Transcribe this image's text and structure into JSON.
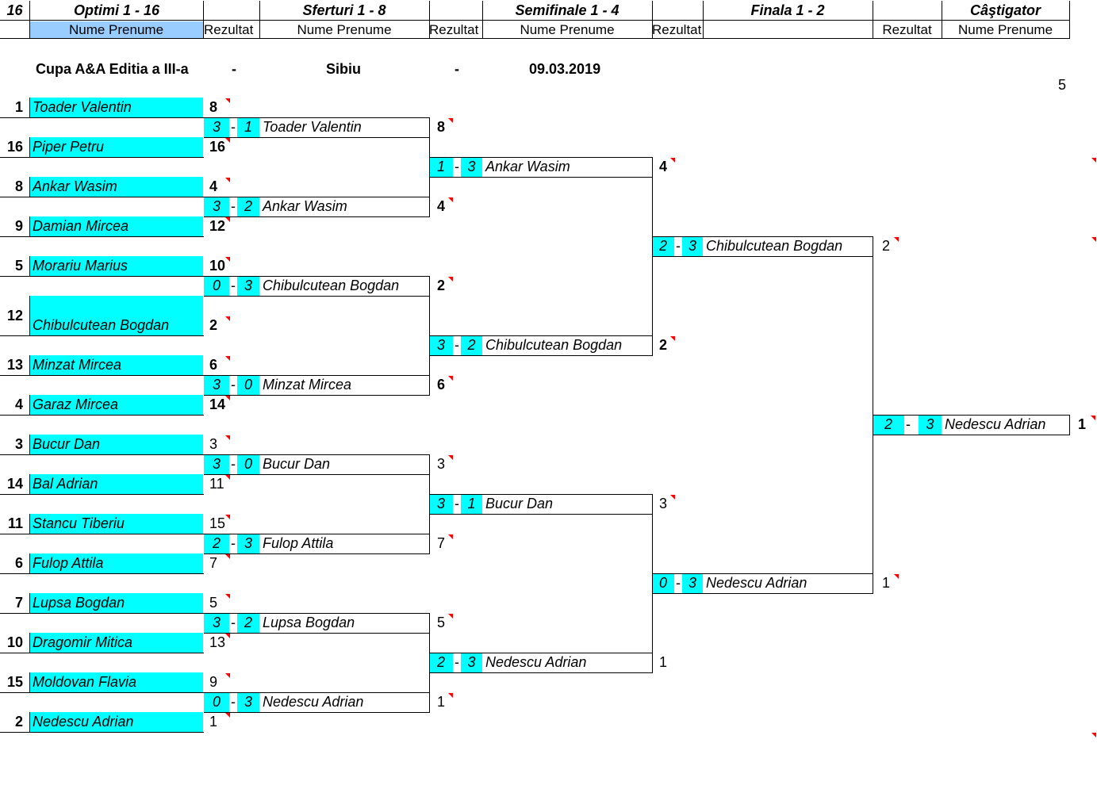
{
  "header": {
    "count": "16",
    "optimi": "Optimi 1 - 16",
    "sferturi": "Sferturi 1 - 8",
    "semifinale": "Semifinale 1 - 4",
    "finala": "Finala 1 - 2",
    "castigator": "Câştigator",
    "nume_prenume": "Nume Prenume",
    "rezultat": "Rezultat"
  },
  "event": {
    "name": "Cupa A&A Editia a III-a",
    "sep1": "-",
    "city": "Sibiu",
    "sep2": "-",
    "date": "09.03.2019",
    "side_number": "5"
  },
  "r16": [
    {
      "seed": "1",
      "name": "Toader Valentin",
      "result": "8"
    },
    {
      "seed": "16",
      "name": "Piper Petru",
      "result": "16"
    },
    {
      "seed": "8",
      "name": "Ankar Wasim",
      "result": "4"
    },
    {
      "seed": "9",
      "name": "Damian Mircea",
      "result": "12"
    },
    {
      "seed": "5",
      "name": "Morariu Marius",
      "result": "10"
    },
    {
      "seed": "12",
      "name": "Chibulcutean Bogdan",
      "result": "2"
    },
    {
      "seed": "13",
      "name": "Minzat Mircea",
      "result": "6"
    },
    {
      "seed": "4",
      "name": "Garaz Mircea",
      "result": "14"
    },
    {
      "seed": "3",
      "name": "Bucur Dan",
      "result": "3"
    },
    {
      "seed": "14",
      "name": "Bal Adrian",
      "result": "11"
    },
    {
      "seed": "11",
      "name": "Stancu Tiberiu",
      "result": "15"
    },
    {
      "seed": "6",
      "name": "Fulop Attila",
      "result": "7"
    },
    {
      "seed": "7",
      "name": "Lupsa Bogdan",
      "result": "5"
    },
    {
      "seed": "10",
      "name": "Dragomir Mitica",
      "result": "13"
    },
    {
      "seed": "15",
      "name": "Moldovan Flavia",
      "result": "9"
    },
    {
      "seed": "2",
      "name": "Nedescu Adrian",
      "result": "1"
    }
  ],
  "qf": [
    {
      "s1": "3",
      "s2": "1",
      "name": "Toader Valentin",
      "result": "8"
    },
    {
      "s1": "3",
      "s2": "2",
      "name": "Ankar Wasim",
      "result": "4"
    },
    {
      "s1": "0",
      "s2": "3",
      "name": "Chibulcutean Bogdan",
      "result": "2"
    },
    {
      "s1": "3",
      "s2": "0",
      "name": "Minzat Mircea",
      "result": "6"
    },
    {
      "s1": "3",
      "s2": "0",
      "name": "Bucur Dan",
      "result": "3"
    },
    {
      "s1": "2",
      "s2": "3",
      "name": "Fulop Attila",
      "result": "7"
    },
    {
      "s1": "3",
      "s2": "2",
      "name": "Lupsa Bogdan",
      "result": "5"
    },
    {
      "s1": "0",
      "s2": "3",
      "name": "Nedescu Adrian",
      "result": "1"
    }
  ],
  "sf": [
    {
      "s1": "1",
      "s2": "3",
      "name": "Ankar Wasim",
      "result": "4"
    },
    {
      "s1": "3",
      "s2": "2",
      "name": "Chibulcutean Bogdan",
      "result": "2"
    },
    {
      "s1": "3",
      "s2": "1",
      "name": "Bucur Dan",
      "result": "3"
    },
    {
      "s1": "2",
      "s2": "3",
      "name": "Nedescu Adrian",
      "result": "1"
    }
  ],
  "f": [
    {
      "s1": "2",
      "s2": "3",
      "name": "Chibulcutean Bogdan",
      "result": "2"
    },
    {
      "s1": "0",
      "s2": "3",
      "name": "Nedescu Adrian",
      "result": "1"
    }
  ],
  "winner": {
    "s1": "2",
    "s2": "3",
    "name": "Nedescu Adrian",
    "result": "1"
  },
  "dash": "-",
  "colors": {
    "cell": "#00ffff",
    "header_cell": "#99ccff",
    "marker": "#ff0000"
  }
}
